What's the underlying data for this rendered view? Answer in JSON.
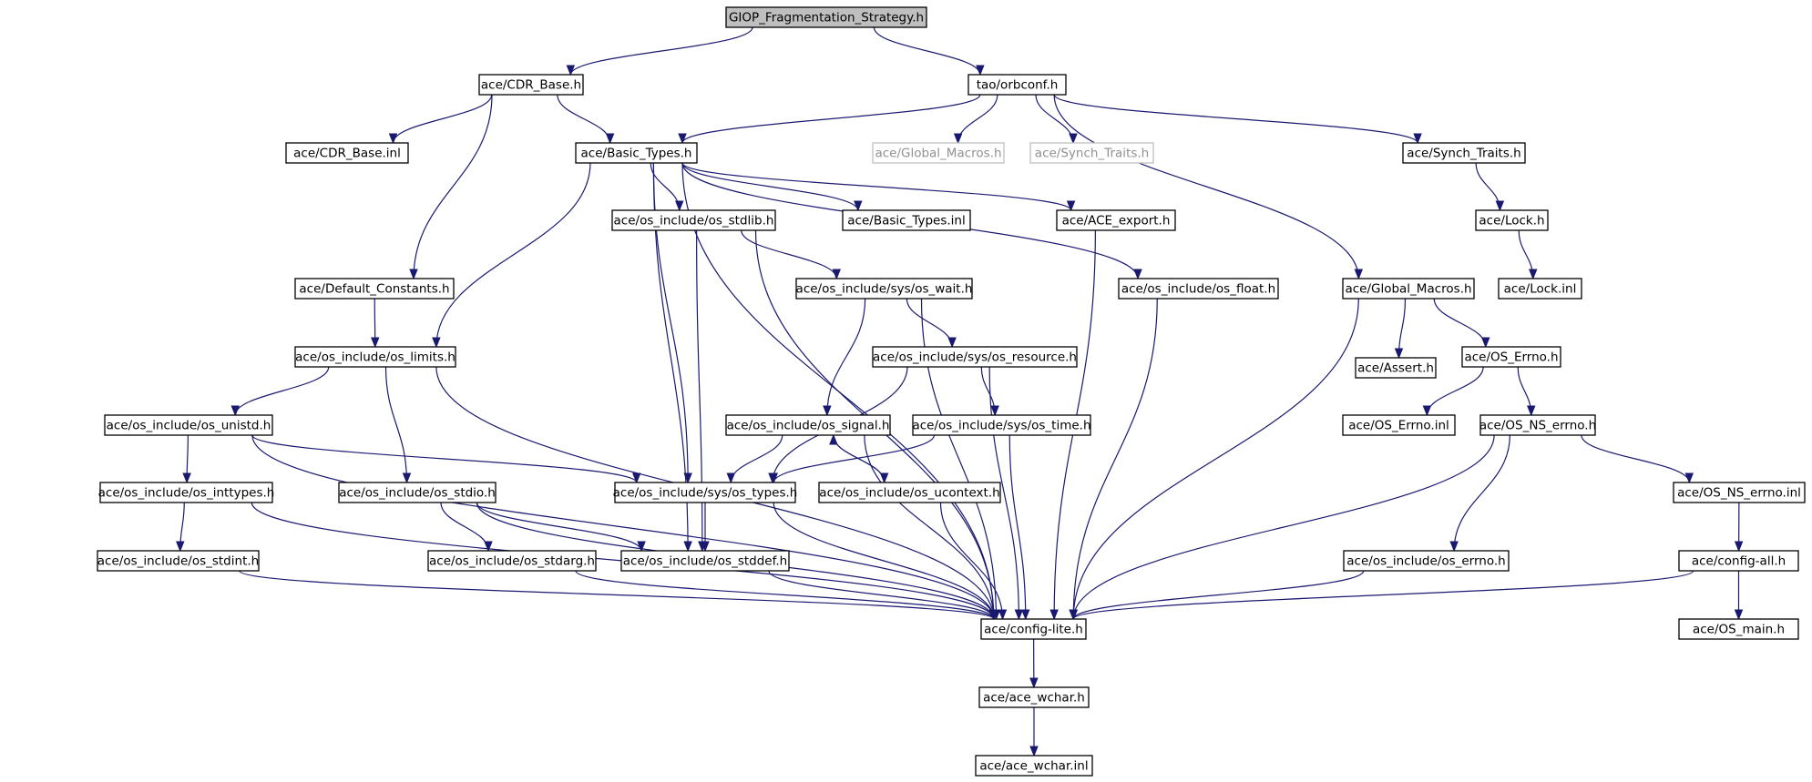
{
  "graph": {
    "nodes": [
      {
        "id": "root",
        "label": "GIOP_Fragmentation_Strategy.h",
        "style": "root"
      },
      {
        "id": "cdrbase",
        "label": "ace/CDR_Base.h"
      },
      {
        "id": "orbconf",
        "label": "tao/orbconf.h"
      },
      {
        "id": "cdrinl",
        "label": "ace/CDR_Base.inl"
      },
      {
        "id": "basic",
        "label": "ace/Basic_Types.h"
      },
      {
        "id": "gmac_ghost",
        "label": "ace/Global_Macros.h",
        "style": "ghost"
      },
      {
        "id": "synch_ghost",
        "label": "ace/Synch_Traits.h",
        "style": "ghost"
      },
      {
        "id": "synch",
        "label": "ace/Synch_Traits.h"
      },
      {
        "id": "stdlib",
        "label": "ace/os_include/os_stdlib.h"
      },
      {
        "id": "basicinl",
        "label": "ace/Basic_Types.inl"
      },
      {
        "id": "aceexp",
        "label": "ace/ACE_export.h"
      },
      {
        "id": "lock",
        "label": "ace/Lock.h"
      },
      {
        "id": "defconst",
        "label": "ace/Default_Constants.h"
      },
      {
        "id": "wait",
        "label": "ace/os_include/sys/os_wait.h"
      },
      {
        "id": "float",
        "label": "ace/os_include/os_float.h"
      },
      {
        "id": "gmac",
        "label": "ace/Global_Macros.h"
      },
      {
        "id": "lockinl",
        "label": "ace/Lock.inl"
      },
      {
        "id": "limits",
        "label": "ace/os_include/os_limits.h"
      },
      {
        "id": "resource",
        "label": "ace/os_include/sys/os_resource.h"
      },
      {
        "id": "assert",
        "label": "ace/Assert.h"
      },
      {
        "id": "oserrno",
        "label": "ace/OS_Errno.h"
      },
      {
        "id": "unistd",
        "label": "ace/os_include/os_unistd.h"
      },
      {
        "id": "signal",
        "label": "ace/os_include/os_signal.h"
      },
      {
        "id": "ostime",
        "label": "ace/os_include/sys/os_time.h"
      },
      {
        "id": "errnoinl",
        "label": "ace/OS_Errno.inl"
      },
      {
        "id": "nserrno",
        "label": "ace/OS_NS_errno.h"
      },
      {
        "id": "inttypes",
        "label": "ace/os_include/os_inttypes.h"
      },
      {
        "id": "stdio",
        "label": "ace/os_include/os_stdio.h"
      },
      {
        "id": "types",
        "label": "ace/os_include/sys/os_types.h"
      },
      {
        "id": "ucontext",
        "label": "ace/os_include/os_ucontext.h"
      },
      {
        "id": "nserrnoinl",
        "label": "ace/OS_NS_errno.inl"
      },
      {
        "id": "stdint",
        "label": "ace/os_include/os_stdint.h"
      },
      {
        "id": "stdarg",
        "label": "ace/os_include/os_stdarg.h"
      },
      {
        "id": "stddef",
        "label": "ace/os_include/os_stddef.h"
      },
      {
        "id": "oserrnoh",
        "label": "ace/os_include/os_errno.h"
      },
      {
        "id": "configall",
        "label": "ace/config-all.h"
      },
      {
        "id": "configlite",
        "label": "ace/config-lite.h"
      },
      {
        "id": "osmain",
        "label": "ace/OS_main.h"
      },
      {
        "id": "wchar",
        "label": "ace/ace_wchar.h"
      },
      {
        "id": "wcharinl",
        "label": "ace/ace_wchar.inl"
      }
    ],
    "edges": [
      [
        "root",
        "cdrbase"
      ],
      [
        "root",
        "orbconf"
      ],
      [
        "cdrbase",
        "cdrinl"
      ],
      [
        "cdrbase",
        "basic"
      ],
      [
        "cdrbase",
        "defconst"
      ],
      [
        "orbconf",
        "basic"
      ],
      [
        "orbconf",
        "gmac_ghost"
      ],
      [
        "orbconf",
        "synch_ghost"
      ],
      [
        "orbconf",
        "synch"
      ],
      [
        "orbconf",
        "gmac"
      ],
      [
        "basic",
        "stdlib"
      ],
      [
        "basic",
        "basicinl"
      ],
      [
        "basic",
        "aceexp"
      ],
      [
        "basic",
        "float"
      ],
      [
        "basic",
        "limits"
      ],
      [
        "basic",
        "types"
      ],
      [
        "basic",
        "stddef"
      ],
      [
        "basic",
        "configlite"
      ],
      [
        "synch",
        "lock"
      ],
      [
        "lock",
        "lockinl"
      ],
      [
        "stdlib",
        "wait"
      ],
      [
        "stdlib",
        "stddef"
      ],
      [
        "stdlib",
        "configlite"
      ],
      [
        "aceexp",
        "configlite"
      ],
      [
        "defconst",
        "limits"
      ],
      [
        "wait",
        "resource"
      ],
      [
        "wait",
        "signal"
      ],
      [
        "wait",
        "configlite"
      ],
      [
        "float",
        "configlite"
      ],
      [
        "gmac",
        "assert"
      ],
      [
        "gmac",
        "oserrno"
      ],
      [
        "gmac",
        "configlite"
      ],
      [
        "limits",
        "unistd"
      ],
      [
        "limits",
        "stdio"
      ],
      [
        "limits",
        "configlite"
      ],
      [
        "resource",
        "ostime"
      ],
      [
        "resource",
        "types"
      ],
      [
        "resource",
        "configlite"
      ],
      [
        "oserrno",
        "errnoinl"
      ],
      [
        "oserrno",
        "nserrno"
      ],
      [
        "unistd",
        "inttypes"
      ],
      [
        "unistd",
        "types"
      ],
      [
        "unistd",
        "configlite"
      ],
      [
        "signal",
        "types"
      ],
      [
        "signal",
        "ucontext"
      ],
      [
        "signal",
        "configlite"
      ],
      [
        "ostime",
        "types"
      ],
      [
        "ostime",
        "configlite"
      ],
      [
        "nserrno",
        "oserrnoh"
      ],
      [
        "nserrno",
        "nserrnoinl"
      ],
      [
        "nserrno",
        "configlite"
      ],
      [
        "inttypes",
        "stdint"
      ],
      [
        "inttypes",
        "configlite"
      ],
      [
        "stdio",
        "stdarg"
      ],
      [
        "stdio",
        "stddef"
      ],
      [
        "stdio",
        "configlite"
      ],
      [
        "types",
        "stddef"
      ],
      [
        "types",
        "configlite"
      ],
      [
        "ucontext",
        "signal"
      ],
      [
        "ucontext",
        "configlite"
      ],
      [
        "nserrnoinl",
        "configall"
      ],
      [
        "stdint",
        "configlite"
      ],
      [
        "stdarg",
        "configlite"
      ],
      [
        "stddef",
        "configlite"
      ],
      [
        "oserrnoh",
        "configlite"
      ],
      [
        "configall",
        "configlite"
      ],
      [
        "configall",
        "osmain"
      ],
      [
        "configlite",
        "wchar"
      ],
      [
        "wchar",
        "wcharinl"
      ]
    ]
  }
}
